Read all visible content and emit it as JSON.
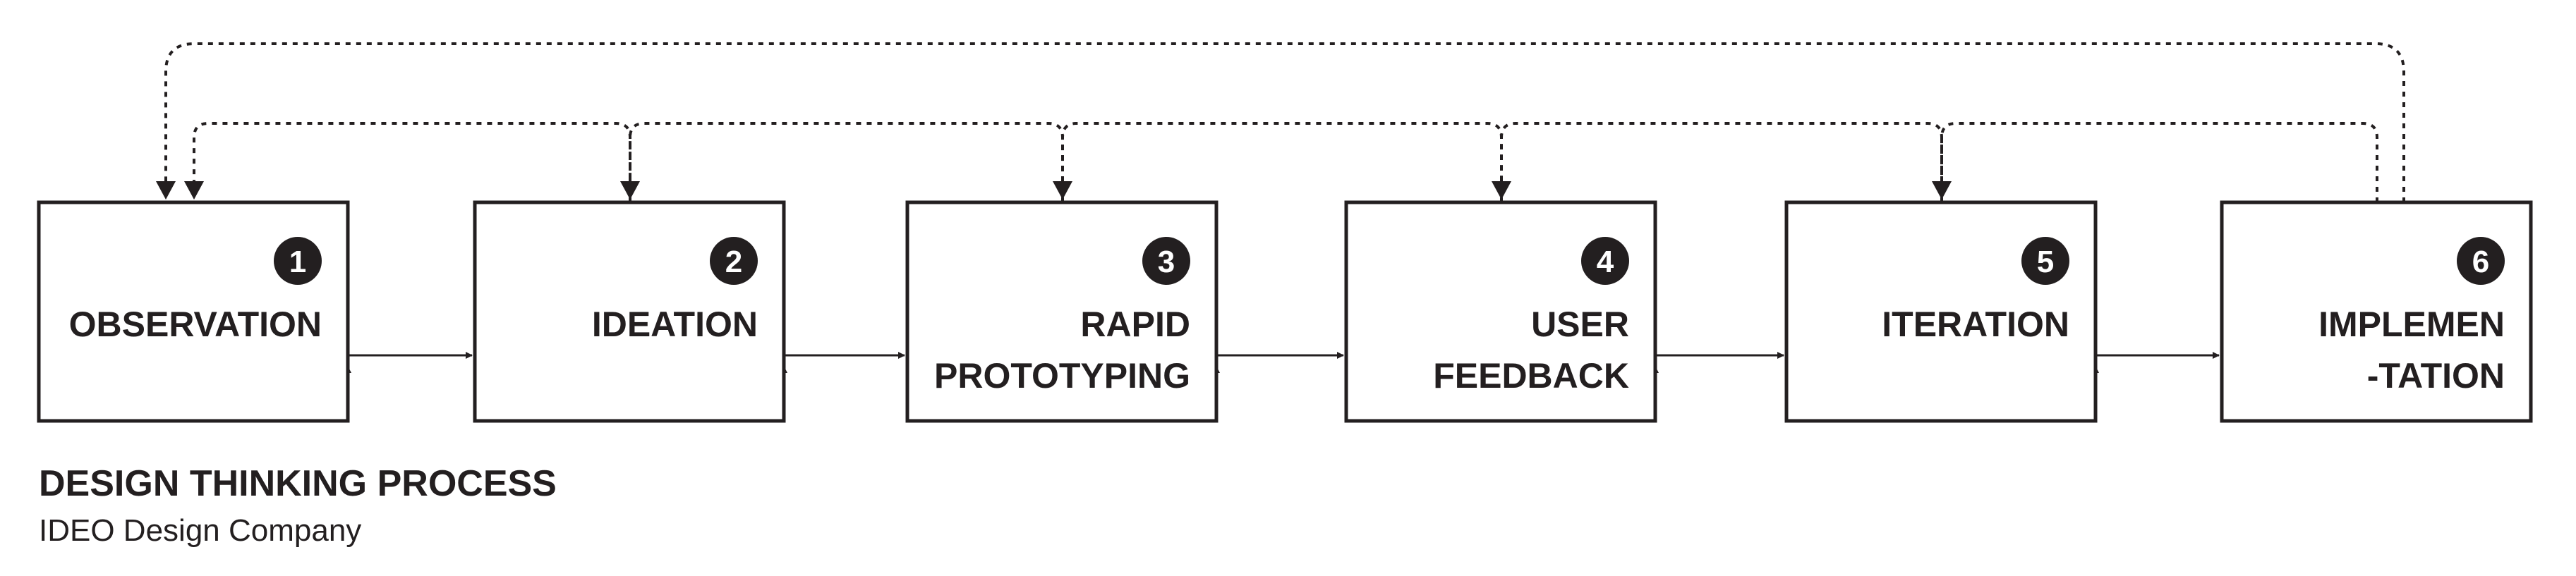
{
  "caption": {
    "title": "DESIGN THINKING PROCESS",
    "subtitle": "IDEO Design Company"
  },
  "stages": [
    {
      "number": "1",
      "label_lines": [
        "OBSERVATION"
      ]
    },
    {
      "number": "2",
      "label_lines": [
        "IDEATION"
      ]
    },
    {
      "number": "3",
      "label_lines": [
        "RAPID",
        "PROTOTYPING"
      ]
    },
    {
      "number": "4",
      "label_lines": [
        "USER",
        "FEEDBACK"
      ]
    },
    {
      "number": "5",
      "label_lines": [
        "ITERATION"
      ]
    },
    {
      "number": "6",
      "label_lines": [
        "IMPLEMEN",
        "-TATION"
      ]
    }
  ],
  "colors": {
    "ink": "#231f20",
    "background": "#ffffff"
  }
}
